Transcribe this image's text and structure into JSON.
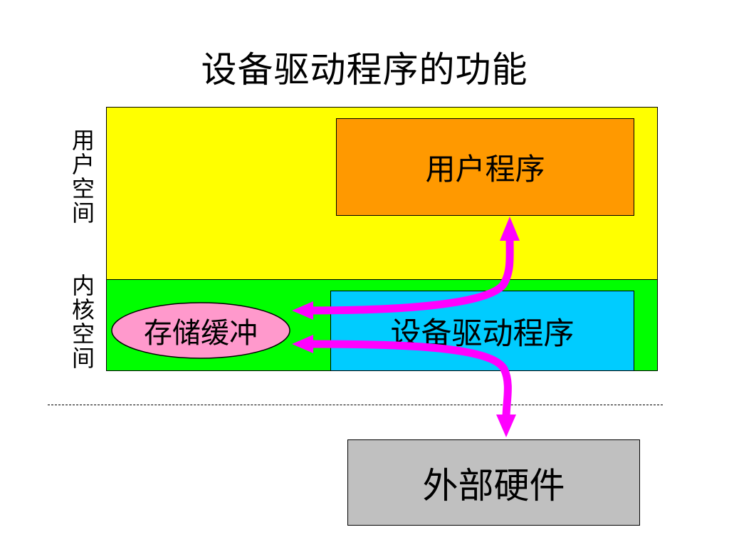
{
  "title": "设备驱动程序的功能",
  "regions": {
    "user_space": {
      "label": "用户空间",
      "color": "#ffff00"
    },
    "kernel_space": {
      "label": "内核空间",
      "color": "#00ff00"
    }
  },
  "boxes": {
    "user_program": {
      "label": "用户程序",
      "color": "#ff9900"
    },
    "device_driver": {
      "label": "设备驱动程序",
      "color": "#00ccff"
    },
    "buffer": {
      "label": "存储缓冲",
      "color": "#ff99cc"
    },
    "external_hardware": {
      "label": "外部硬件",
      "color": "#c0c0c0"
    }
  },
  "arrow_color": "#ff00ff"
}
